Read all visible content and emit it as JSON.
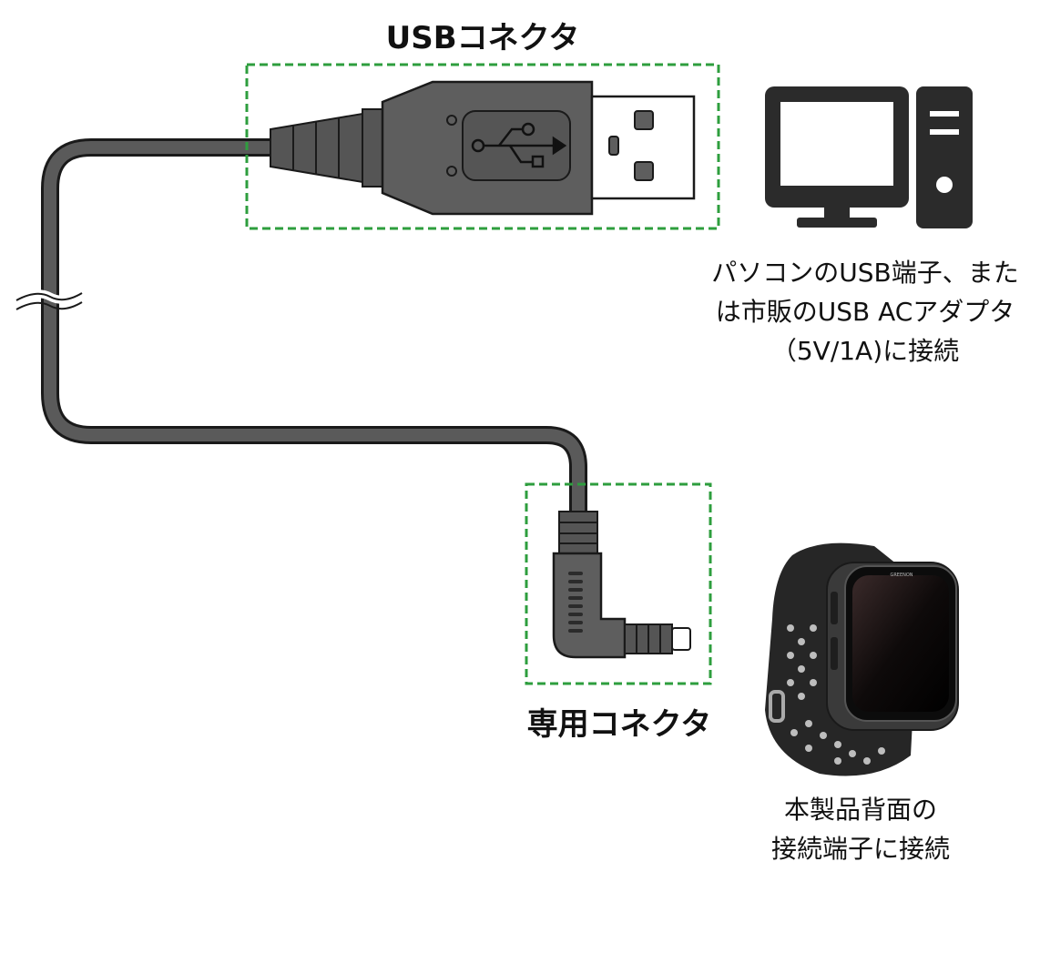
{
  "labels": {
    "usb_connector": "USBコネクタ",
    "dedicated_connector": "専用コネクタ",
    "pc_note": [
      "パソコンのUSB端子、また",
      "は市販のUSB ACアダプタ",
      "（5V/1A)に接続"
    ],
    "watch_note": [
      "本製品背面の",
      "接続端子に接続"
    ],
    "watch_brand": "GREENON"
  },
  "icons": {
    "usb_symbol": "usb-trident-icon",
    "computer": "desktop-computer-icon",
    "watch": "smartwatch-icon"
  },
  "colors": {
    "cable": "#5a5a5a",
    "outline": "#1a1a1a",
    "highlight_box": "#2e9e3e",
    "device_black": "#2b2b2b"
  }
}
